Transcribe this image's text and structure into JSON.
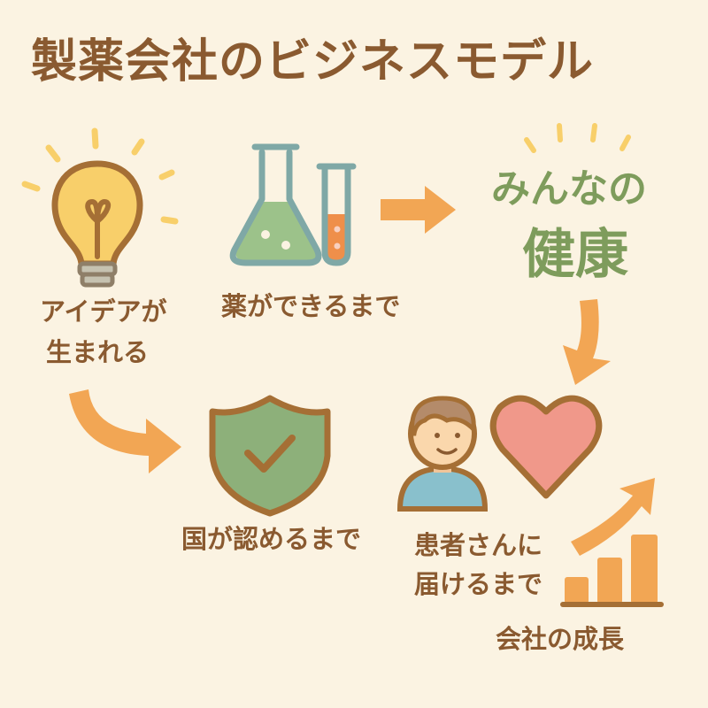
{
  "title": "製薬会社のビジネスモデル",
  "steps": [
    {
      "label_lines": [
        "アイデアが",
        "生まれる"
      ],
      "icon": "lightbulb-icon"
    },
    {
      "label": "薬ができるまで",
      "icon": "flask-test-tube-icon"
    },
    {
      "label": "国が認めるまで",
      "icon": "shield-check-icon"
    },
    {
      "label_lines": [
        "患者さんに",
        "届けるまで"
      ],
      "icon": "person-heart-icon"
    }
  ],
  "goal": {
    "line1": "みんなの",
    "line2": "健康"
  },
  "growth": {
    "label": "会社の成長",
    "icon": "bar-chart-arrow-icon"
  },
  "colors": {
    "background": "#fbf3e2",
    "text": "#8a5a30",
    "accent_green": "#7e9c5c",
    "arrow": "#f2a654",
    "heart": "#f0988a",
    "bulb": "#f8cf6a",
    "glass": "#7fa8a6"
  }
}
